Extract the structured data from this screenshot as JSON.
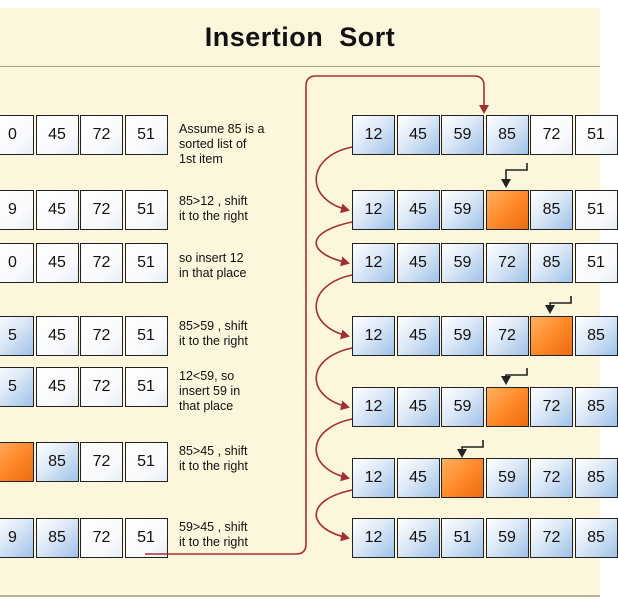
{
  "title": "Insertion  Sort",
  "left_rows": [
    {
      "cells": [
        {
          "v": "0",
          "c": "white"
        },
        {
          "v": "45",
          "c": "white"
        },
        {
          "v": "72",
          "c": "white"
        },
        {
          "v": "51",
          "c": "white"
        }
      ],
      "note": [
        "Assume 85 is a",
        "sorted list of",
        "1st item"
      ]
    },
    {
      "cells": [
        {
          "v": "9",
          "c": "white"
        },
        {
          "v": "45",
          "c": "white"
        },
        {
          "v": "72",
          "c": "white"
        },
        {
          "v": "51",
          "c": "white"
        }
      ],
      "note": [
        "85>12 , shift",
        "it to the right"
      ]
    },
    {
      "cells": [
        {
          "v": "0",
          "c": "white"
        },
        {
          "v": "45",
          "c": "white"
        },
        {
          "v": "72",
          "c": "white"
        },
        {
          "v": "51",
          "c": "white"
        }
      ],
      "note": [
        "so insert 12",
        "in that place"
      ]
    },
    {
      "cells": [
        {
          "v": "5",
          "c": "blue"
        },
        {
          "v": "45",
          "c": "white"
        },
        {
          "v": "72",
          "c": "white"
        },
        {
          "v": "51",
          "c": "white"
        }
      ],
      "note": [
        "85>59 , shift",
        "it to the right"
      ]
    },
    {
      "cells": [
        {
          "v": "5",
          "c": "blue"
        },
        {
          "v": "45",
          "c": "white"
        },
        {
          "v": "72",
          "c": "white"
        },
        {
          "v": "51",
          "c": "white"
        }
      ],
      "note": [
        "12<59, so",
        "insert 59 in",
        "that place"
      ]
    },
    {
      "cells": [
        {
          "v": "",
          "c": "orange"
        },
        {
          "v": "85",
          "c": "blue"
        },
        {
          "v": "72",
          "c": "white"
        },
        {
          "v": "51",
          "c": "white"
        }
      ],
      "note": [
        "85>45 , shift",
        "it to the right"
      ]
    },
    {
      "cells": [
        {
          "v": "9",
          "c": "blue"
        },
        {
          "v": "85",
          "c": "blue"
        },
        {
          "v": "72",
          "c": "white"
        },
        {
          "v": "51",
          "c": "white"
        }
      ],
      "note": [
        "59>45 , shift",
        "it to the right"
      ]
    }
  ],
  "right_rows": [
    {
      "cells": [
        {
          "v": "12",
          "c": "blue"
        },
        {
          "v": "45",
          "c": "blue"
        },
        {
          "v": "59",
          "c": "blue"
        },
        {
          "v": "85",
          "c": "blue"
        },
        {
          "v": "72",
          "c": "white"
        },
        {
          "v": "51",
          "c": "white"
        }
      ]
    },
    {
      "cells": [
        {
          "v": "12",
          "c": "blue"
        },
        {
          "v": "45",
          "c": "blue"
        },
        {
          "v": "59",
          "c": "blue"
        },
        {
          "v": "",
          "c": "orange"
        },
        {
          "v": "85",
          "c": "blue"
        },
        {
          "v": "51",
          "c": "white"
        }
      ]
    },
    {
      "cells": [
        {
          "v": "12",
          "c": "blue"
        },
        {
          "v": "45",
          "c": "blue"
        },
        {
          "v": "59",
          "c": "blue"
        },
        {
          "v": "72",
          "c": "blue"
        },
        {
          "v": "85",
          "c": "blue"
        },
        {
          "v": "51",
          "c": "white"
        }
      ]
    },
    {
      "cells": [
        {
          "v": "12",
          "c": "blue"
        },
        {
          "v": "45",
          "c": "blue"
        },
        {
          "v": "59",
          "c": "blue"
        },
        {
          "v": "72",
          "c": "blue"
        },
        {
          "v": "",
          "c": "orange"
        },
        {
          "v": "85",
          "c": "blue"
        }
      ]
    },
    {
      "cells": [
        {
          "v": "12",
          "c": "blue"
        },
        {
          "v": "45",
          "c": "blue"
        },
        {
          "v": "59",
          "c": "blue"
        },
        {
          "v": "",
          "c": "orange"
        },
        {
          "v": "72",
          "c": "blue"
        },
        {
          "v": "85",
          "c": "blue"
        }
      ]
    },
    {
      "cells": [
        {
          "v": "12",
          "c": "blue"
        },
        {
          "v": "45",
          "c": "blue"
        },
        {
          "v": "",
          "c": "orange"
        },
        {
          "v": "59",
          "c": "blue"
        },
        {
          "v": "72",
          "c": "blue"
        },
        {
          "v": "85",
          "c": "blue"
        }
      ]
    },
    {
      "cells": [
        {
          "v": "12",
          "c": "blue"
        },
        {
          "v": "45",
          "c": "blue"
        },
        {
          "v": "51",
          "c": "blue"
        },
        {
          "v": "59",
          "c": "blue"
        },
        {
          "v": "72",
          "c": "blue"
        },
        {
          "v": "85",
          "c": "blue"
        }
      ]
    }
  ],
  "colors": {
    "arrow": "#a33030",
    "panel": "#fcf6dc",
    "pointer": "#222222"
  }
}
